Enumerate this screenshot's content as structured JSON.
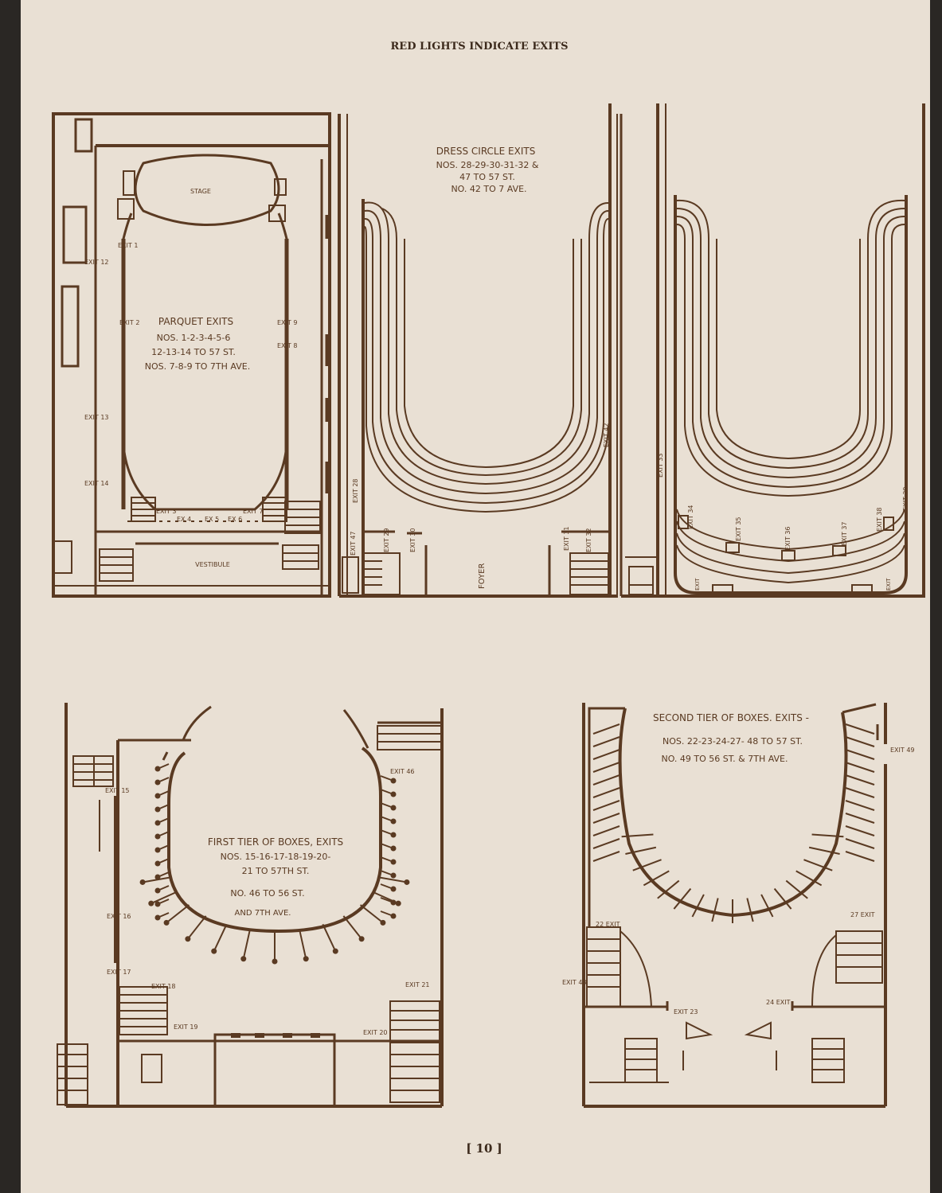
{
  "header": "RED LIGHTS INDICATE EXITS",
  "page_number": "[ 10 ]",
  "ink_color": "#5a3a22",
  "paper_color": "#e9e0d4",
  "parquet": {
    "stage": "STAGE",
    "vestibule": "VESTIBULE",
    "title": "PARQUET EXITS",
    "line1": "NOS. 1-2-3-4-5-6",
    "line2": "12-13-14 TO 57 ST.",
    "line3": "NOS. 7-8-9 TO 7TH AVE.",
    "exits": {
      "e1": "EXIT 1",
      "e2": "EXIT 2",
      "e3": "EXIT 3",
      "e4": "EX 4",
      "e5": "EX 5",
      "e6": "EX 6",
      "e7": "EXIT 7",
      "e8": "EXIT 8",
      "e9": "EXIT 9",
      "e12": "EXIT 12",
      "e13": "EXIT 13",
      "e14": "EXIT 14"
    }
  },
  "dress_circle": {
    "title": "DRESS CIRCLE EXITS",
    "line1": "NOS. 28-29-30-31-32 &",
    "line2": "47 TO 57 ST.",
    "line3": "NO. 42 TO 7 AVE.",
    "foyer": "FOYER",
    "exits": {
      "e28": "EXIT 28",
      "e29": "EXIT 29",
      "e30": "EXIT 30",
      "e31": "EXIT 31",
      "e32": "EXIT 32",
      "e42": "EXIT 42",
      "e47": "EXIT 47",
      "e33": "EXIT 33",
      "e34": "EXIT 34",
      "e35": "EXIT 35",
      "e36": "EXIT 36",
      "e37": "EXIT 37",
      "e38": "EXIT 38",
      "e39": "EXIT 39",
      "ea": "EXIT",
      "eb": "EXIT"
    }
  },
  "first_tier": {
    "title": "FIRST TIER OF BOXES, EXITS",
    "line1": "NOS. 15-16-17-18-19-20-",
    "line2": "21 TO 57TH ST.",
    "line3": "NO. 46 TO 56 ST.",
    "line4": "AND 7TH AVE.",
    "exits": {
      "e15": "EXIT 15",
      "e16": "EXIT 16",
      "e17": "EXIT 17",
      "e18": "EXIT 18",
      "e19": "EXIT 19",
      "e20": "EXIT 20",
      "e21": "EXIT 21",
      "e46": "EXIT 46"
    }
  },
  "second_tier": {
    "title": "SECOND TIER OF BOXES. EXITS -",
    "line1": "NOS. 22-23-24-27- 48 TO 57 ST.",
    "line2": "NO. 49 TO 56 ST. & 7TH AVE.",
    "exits": {
      "e22": "22 EXIT",
      "e23": "EXIT 23",
      "e24": "24 EXIT",
      "e27": "27 EXIT",
      "e48": "EXIT 48",
      "e49": "EXIT 49"
    }
  }
}
